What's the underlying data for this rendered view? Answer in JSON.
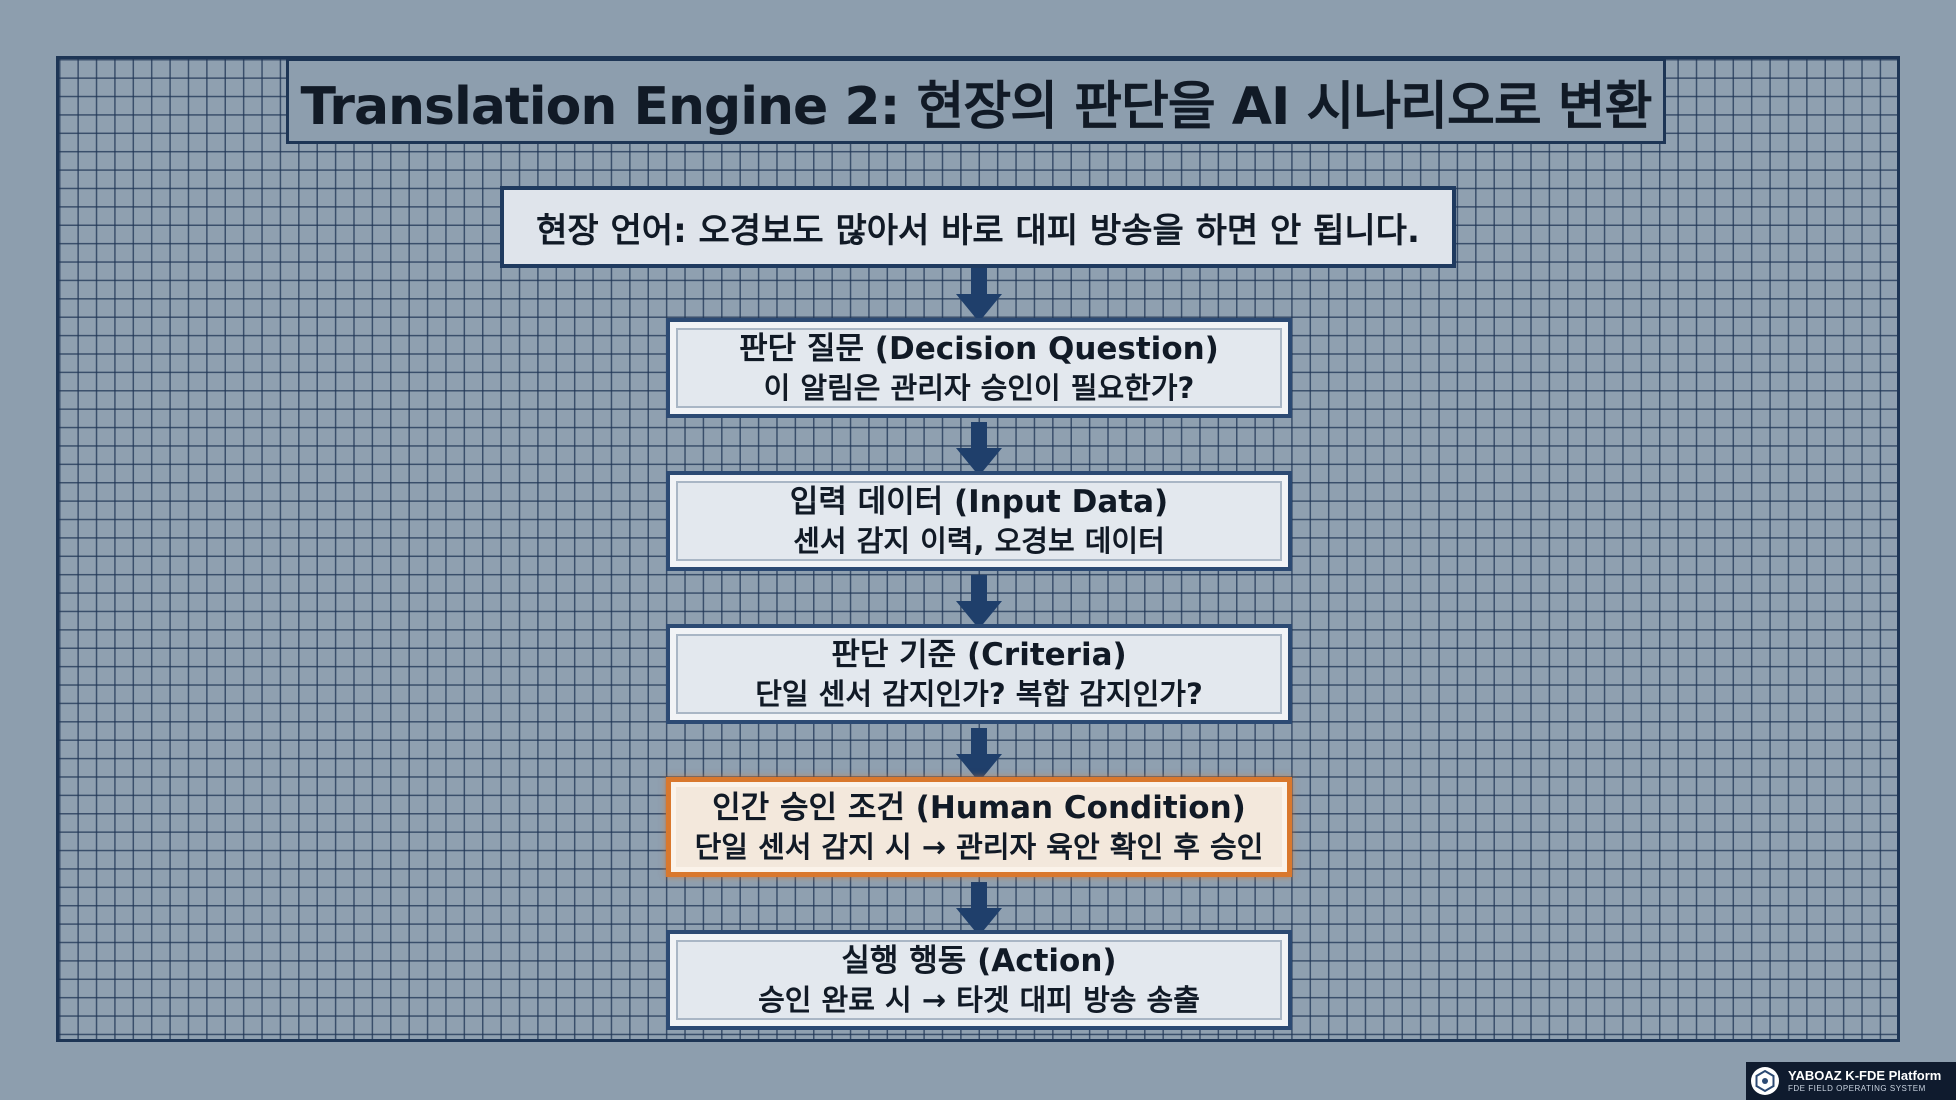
{
  "title": "Translation Engine 2: 현장의 판단을 AI 시나리오로 변환",
  "field_language": "현장 언어: 오경보도 많아서 바로 대피 방송을 하면 안 됩니다.",
  "steps": [
    {
      "title": "판단 질문 (Decision Question)",
      "desc": "이 알림은 관리자 승인이 필요한가?"
    },
    {
      "title": "입력 데이터 (Input Data)",
      "desc": "센서 감지 이력, 오경보 데이터"
    },
    {
      "title": "판단 기준 (Criteria)",
      "desc": "단일 센서 감지인가? 복합 감지인가?"
    },
    {
      "title": "인간 승인 조건 (Human Condition)",
      "desc": "단일 센서 감지 시 → 관리자 육안 확인 후 승인"
    },
    {
      "title": "실행 행동 (Action)",
      "desc": "승인 완료 시 → 타겟 대피 방송 송출"
    }
  ],
  "highlight_step_index": 3,
  "colors": {
    "background": "#8d9eae",
    "grid_line": "#1e3454",
    "box_border": "#2c4a73",
    "arrow": "#1f3f6b",
    "highlight_border": "#d9782d"
  },
  "badge": {
    "name": "YABOAZ K-FDE Platform",
    "subtitle": "FDE FIELD OPERATING SYSTEM",
    "icon": "hexagon-logo-icon"
  }
}
